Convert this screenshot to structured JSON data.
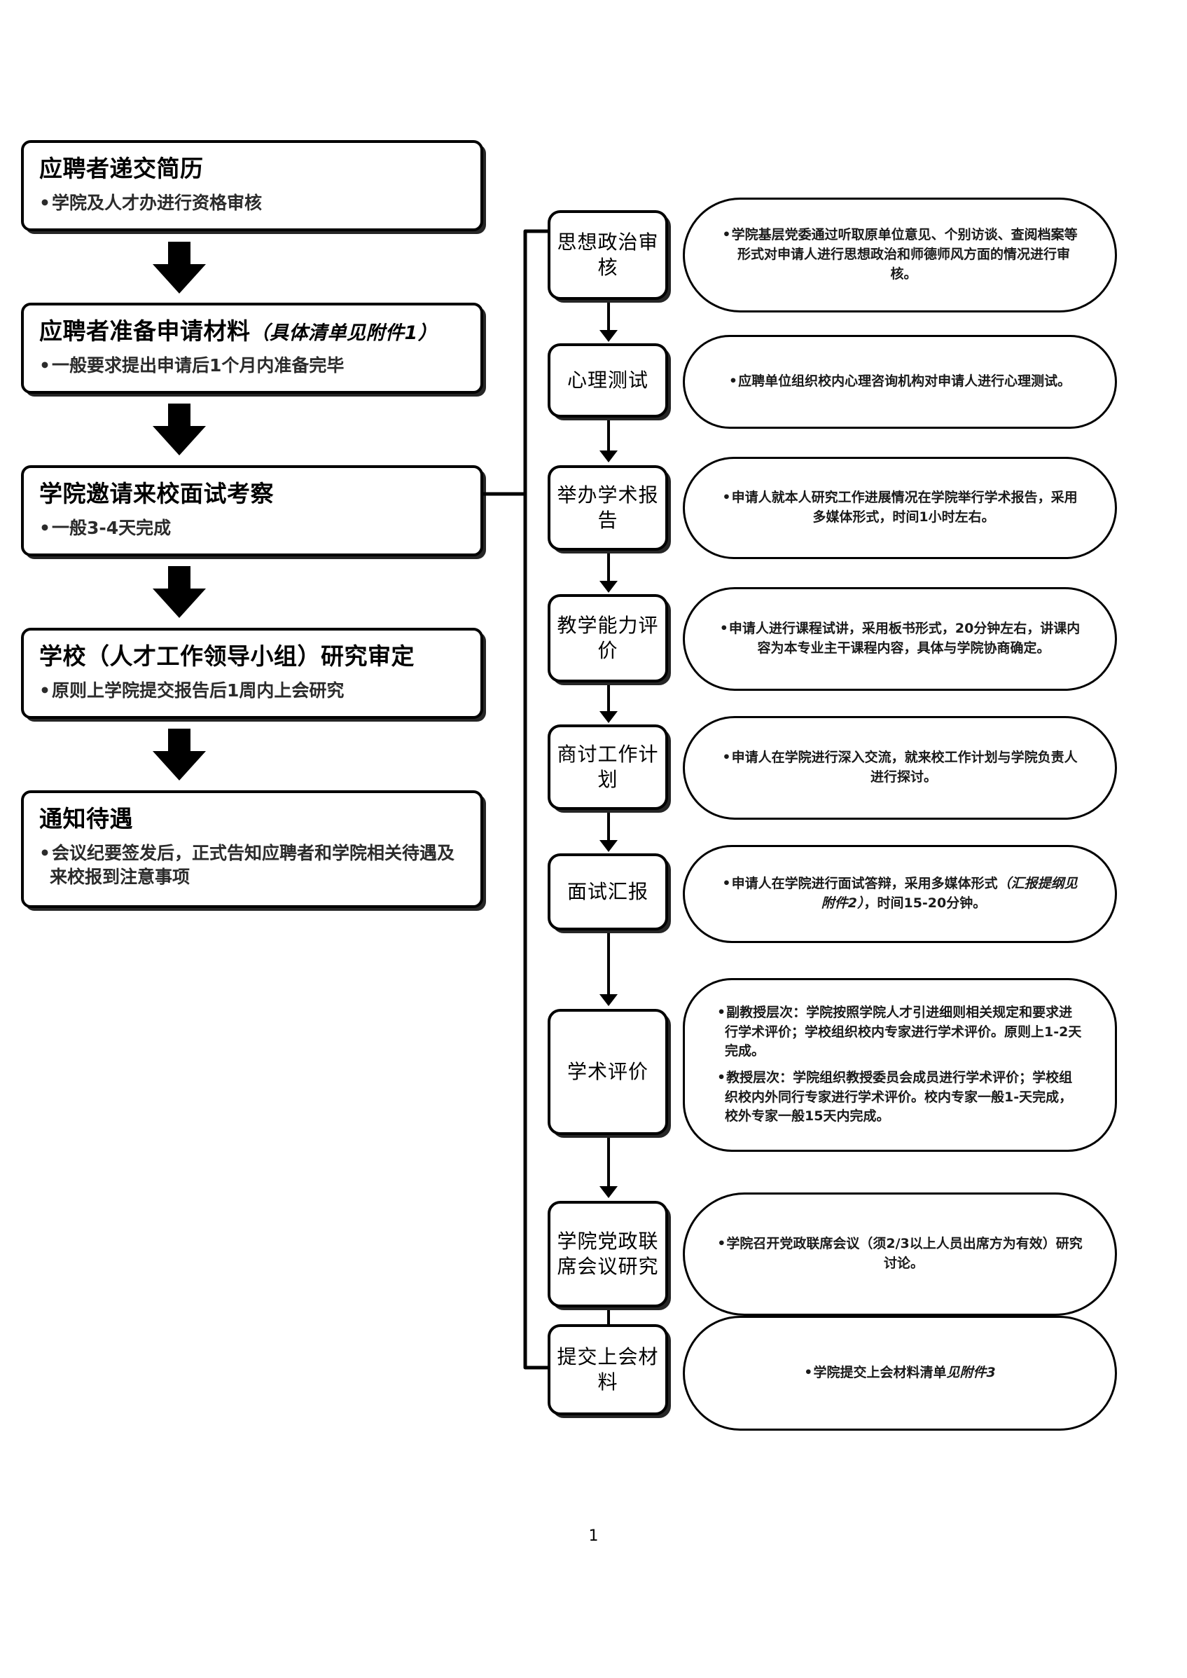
{
  "document": {
    "page_number": "1"
  },
  "left_flow": {
    "steps": [
      {
        "title": "应聘者递交简历",
        "title_suffix": "",
        "bullets": [
          "学院及人才办进行资格审核"
        ]
      },
      {
        "title": "应聘者准备申请材料",
        "title_suffix": "（具体清单见附件1）",
        "bullets": [
          "一般要求提出申请后1个月内准备完毕"
        ]
      },
      {
        "title": "学院邀请来校面试考察",
        "title_suffix": "",
        "bullets": [
          "一般3-4天完成"
        ]
      },
      {
        "title": "学校（人才工作领导小组）研究审定",
        "title_suffix": "",
        "bullets": [
          "原则上学院提交报告后1周内上会研究"
        ]
      },
      {
        "title": "通知待遇",
        "title_suffix": "",
        "bullets": [
          "会议纪要签发后，正式告知应聘者和学院相关待遇及来校报到注意事项"
        ]
      }
    ]
  },
  "right_flow": {
    "steps": [
      {
        "label": "思想政治审核",
        "description": "学院基层党委通过听取原单位意见、个别访谈、查阅档案等形式对申请人进行思想政治和师德师风方面的情况进行审核。"
      },
      {
        "label": "心理测试",
        "description": "应聘单位组织校内心理咨询机构对申请人进行心理测试。"
      },
      {
        "label": "举办学术报告",
        "description": "申请人就本人研究工作进展情况在学院举行学术报告，采用多媒体形式，时间1小时左右。"
      },
      {
        "label": "教学能力评价",
        "description": "申请人进行课程试讲，采用板书形式，20分钟左右，讲课内容为本专业主干课程内容，具体与学院协商确定。"
      },
      {
        "label": "商讨工作计划",
        "description": "申请人在学院进行深入交流，就来校工作计划与学院负责人进行探讨。"
      },
      {
        "label": "面试汇报",
        "description_parts": [
          {
            "text": "申请人在学院进行面试答辩，采用多媒体形式",
            "emphasis": false
          },
          {
            "text": "（汇报提纲见附件2）",
            "emphasis": true
          },
          {
            "text": "，时间15-20分钟。",
            "emphasis": false
          }
        ]
      },
      {
        "label": "学术评价",
        "bullets": [
          "副教授层次：学院按照学院人才引进细则相关规定和要求进行学术评价；学校组织校内专家进行学术评价。原则上1-2天完成。",
          "教授层次：学院组织教授委员会成员进行学术评价；学校组织校内外同行专家进行学术评价。校内专家一般1-天完成，校外专家一般15天内完成。"
        ]
      },
      {
        "label": "学院党政联席会议研究",
        "description": "学院召开党政联席会议（须2/3以上人员出席方为有效）研究讨论。"
      },
      {
        "label": "提交上会材料",
        "description_parts": [
          {
            "text": "学院提交上会材料清单",
            "emphasis": false
          },
          {
            "text": "见附件3",
            "emphasis": true
          }
        ]
      }
    ]
  },
  "colors": {
    "ink": "#000000",
    "paper": "#ffffff",
    "body_text": "#1a1a1a"
  }
}
